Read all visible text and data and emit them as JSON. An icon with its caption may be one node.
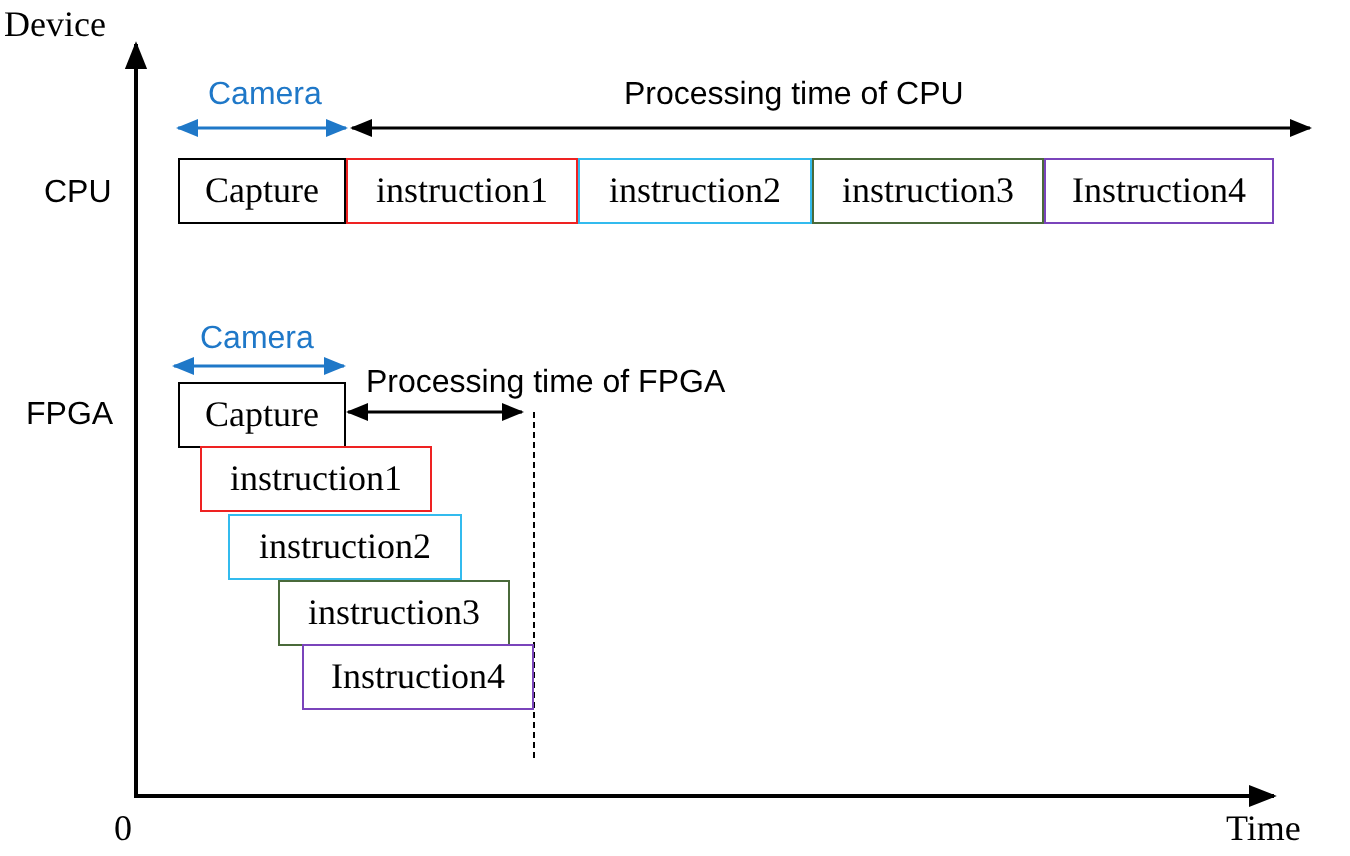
{
  "diagram": {
    "nodes": [
      {
        "text": [
          "Capture"
        ]
      },
      {
        "text": [
          "instruction1"
        ]
      },
      {
        "text": [
          "instruction2"
        ]
      },
      {
        "text": [
          "instruction3"
        ]
      },
      {
        "text": [
          "Instruction4"
        ]
      },
      {
        "text": [
          "Capture"
        ]
      },
      {
        "text": [
          "instruction1"
        ]
      },
      {
        "text": [
          "instruction2"
        ]
      },
      {
        "text": [
          "instruction3"
        ]
      },
      {
        "text": [
          "Instruction4"
        ]
      }
    ],
    "labels": [
      "Device",
      "Camera",
      "Processing time of CPU",
      "CPU",
      "Camera",
      "Processing time of FPGA",
      "FPGA",
      "0",
      "Time"
    ]
  }
}
